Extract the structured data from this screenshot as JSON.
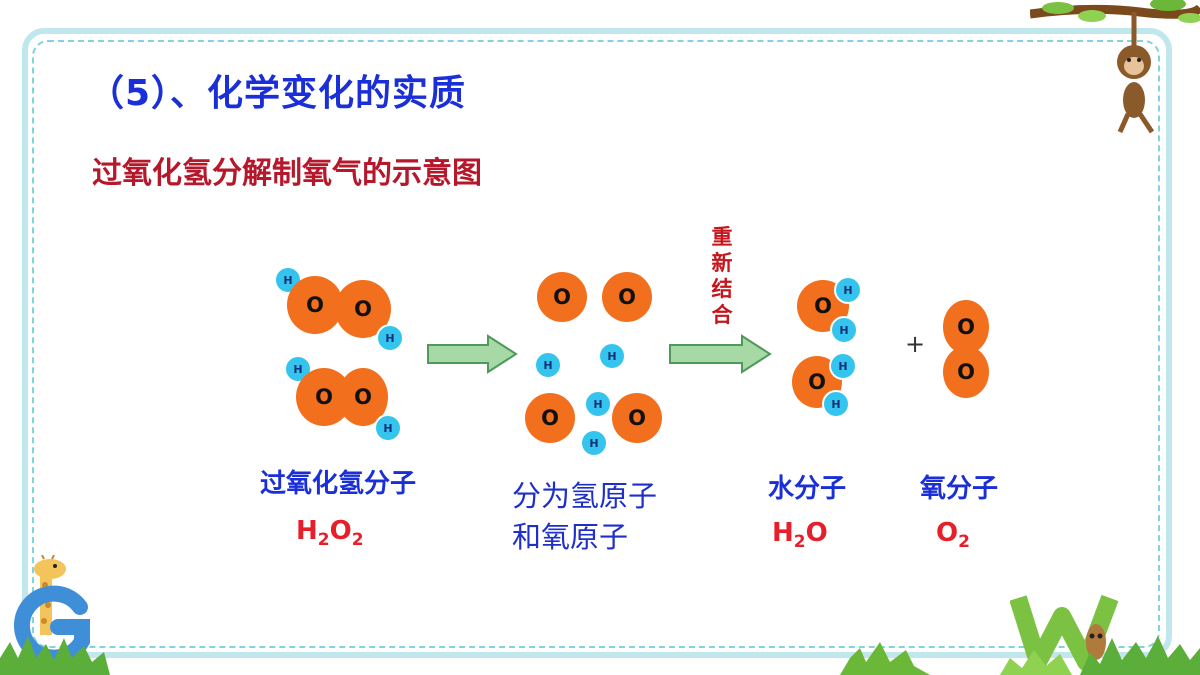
{
  "header": {
    "title": "（5）、化学变化的实质",
    "subtitle": "过氧化氢分解制氧气的示意图"
  },
  "diagram": {
    "atom_labels": {
      "oxygen": "O",
      "hydrogen": "H"
    },
    "arrow_label": [
      "重",
      "新",
      "结",
      "合"
    ],
    "plus": "+",
    "stages": {
      "reactant": {
        "label": "过氧化氢分子",
        "formula_parts": [
          "H",
          "2",
          "O",
          "2"
        ]
      },
      "atoms": {
        "label_lines": [
          "分为氢原子",
          "和氧原子"
        ]
      },
      "water": {
        "label": "水分子",
        "formula_parts": [
          "H",
          "2",
          "O"
        ]
      },
      "oxygen": {
        "label": "氧分子",
        "formula_parts": [
          "O",
          "2"
        ]
      }
    }
  },
  "colors": {
    "title": "#1a2fd8",
    "subtitle": "#b5172b",
    "oxygen_atom": "#f26f1e",
    "hydrogen_atom": "#35c4ee",
    "arrow_fill": "#a6d9a6",
    "arrow_stroke": "#4f9a5a",
    "formula": "#e5202a"
  },
  "decorations": [
    "monkey-on-branch-icon",
    "giraffe-icon",
    "letter-g-icon",
    "letter-w-icon",
    "grass-icon"
  ]
}
